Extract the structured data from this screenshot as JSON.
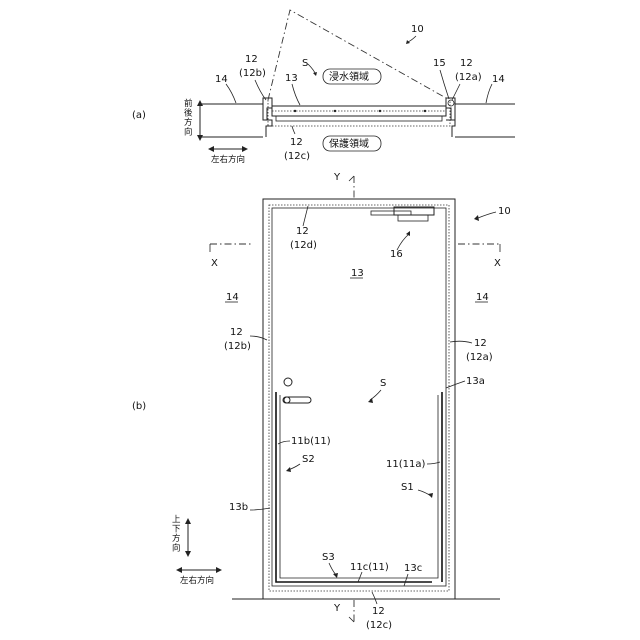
{
  "panels": {
    "a": "(a)",
    "b": "(b)"
  },
  "ref": {
    "r10": "10",
    "r12": "12",
    "r12a": "(12a)",
    "r12b": "(12b)",
    "r12c": "(12c)",
    "r12d": "(12d)",
    "r13": "13",
    "r13a": "13a",
    "r13b": "13b",
    "r13c": "13c",
    "r14": "14",
    "r15": "15",
    "r16": "16",
    "S": "S",
    "S1": "S1",
    "S2": "S2",
    "S3": "S3",
    "r11_11a": "11(11a)",
    "r11b_11": "11b(11)",
    "r11c_11": "11c(11)"
  },
  "regions": {
    "flood": "浸水領域",
    "protect": "保護領域"
  },
  "directions": {
    "front_back": "前後方向",
    "left_right": "左右方向",
    "up_down": "上下方向"
  },
  "axes": {
    "x": "X",
    "y": "Y"
  }
}
